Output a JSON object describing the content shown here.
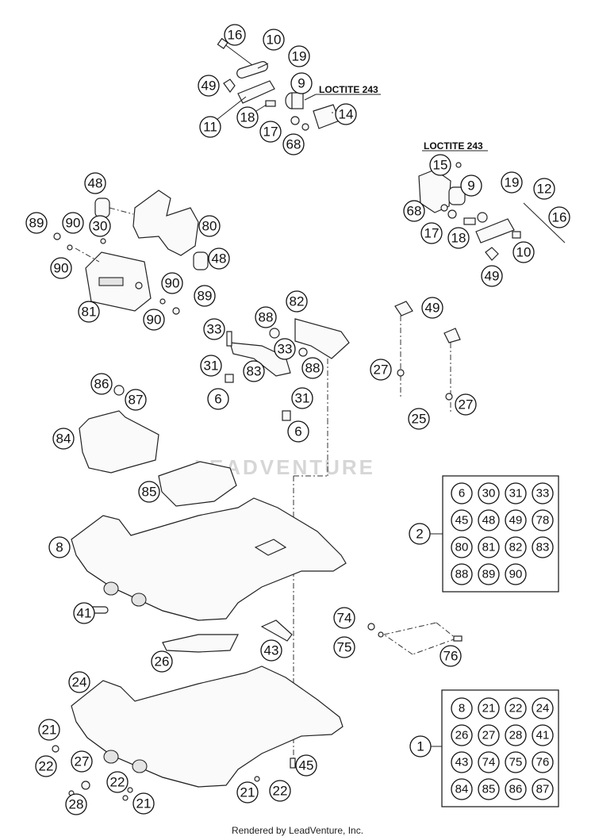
{
  "loctite": [
    "LOCTITE 243",
    "LOCTITE 243"
  ],
  "watermark": "LEADVENTURE",
  "footer": "Rendered by LeadVenture, Inc.",
  "callouts": {
    "c16a": "16",
    "c10a": "10",
    "c19a": "19",
    "c49a": "49",
    "c9a": "9",
    "c11": "11",
    "c18a": "18",
    "c14": "14",
    "c17a": "17",
    "c68a": "68",
    "c15": "15",
    "c9b": "9",
    "c19b": "19",
    "c12": "12",
    "c68b": "68",
    "c17b": "17",
    "c18b": "18",
    "c16b": "16",
    "c10b": "10",
    "c49b": "49",
    "c48a": "48",
    "c89a": "89",
    "c90a": "90",
    "c30": "30",
    "c80": "80",
    "c90b": "90",
    "c48b": "48",
    "c90c": "90",
    "c89b": "89",
    "c81": "81",
    "c90d": "90",
    "c82": "82",
    "c88a": "88",
    "c33a": "33",
    "c33b": "33",
    "c31a": "31",
    "c83": "83",
    "c88b": "88",
    "c6a": "6",
    "c31b": "31",
    "c6b": "6",
    "c49c": "49",
    "c27a": "27",
    "c27b": "27",
    "c25": "25",
    "c86": "86",
    "c87": "87",
    "c84": "84",
    "c85": "85",
    "c2": "2",
    "c8": "8",
    "c41": "41",
    "c74": "74",
    "c75": "75",
    "c76": "76",
    "c26": "26",
    "c43": "43",
    "c24": "24",
    "c1": "1",
    "c21a": "21",
    "c22a": "22",
    "c27c": "27",
    "c22b": "22",
    "c28": "28",
    "c21b": "21",
    "c21c": "21",
    "c22c": "22",
    "c45": "45"
  },
  "kit_2": [
    "6",
    "30",
    "31",
    "33",
    "45",
    "48",
    "49",
    "78",
    "80",
    "81",
    "82",
    "83",
    "88",
    "89",
    "90"
  ],
  "kit_1": [
    "8",
    "21",
    "22",
    "24",
    "26",
    "27",
    "28",
    "41",
    "43",
    "74",
    "75",
    "76",
    "84",
    "85",
    "86",
    "87"
  ]
}
